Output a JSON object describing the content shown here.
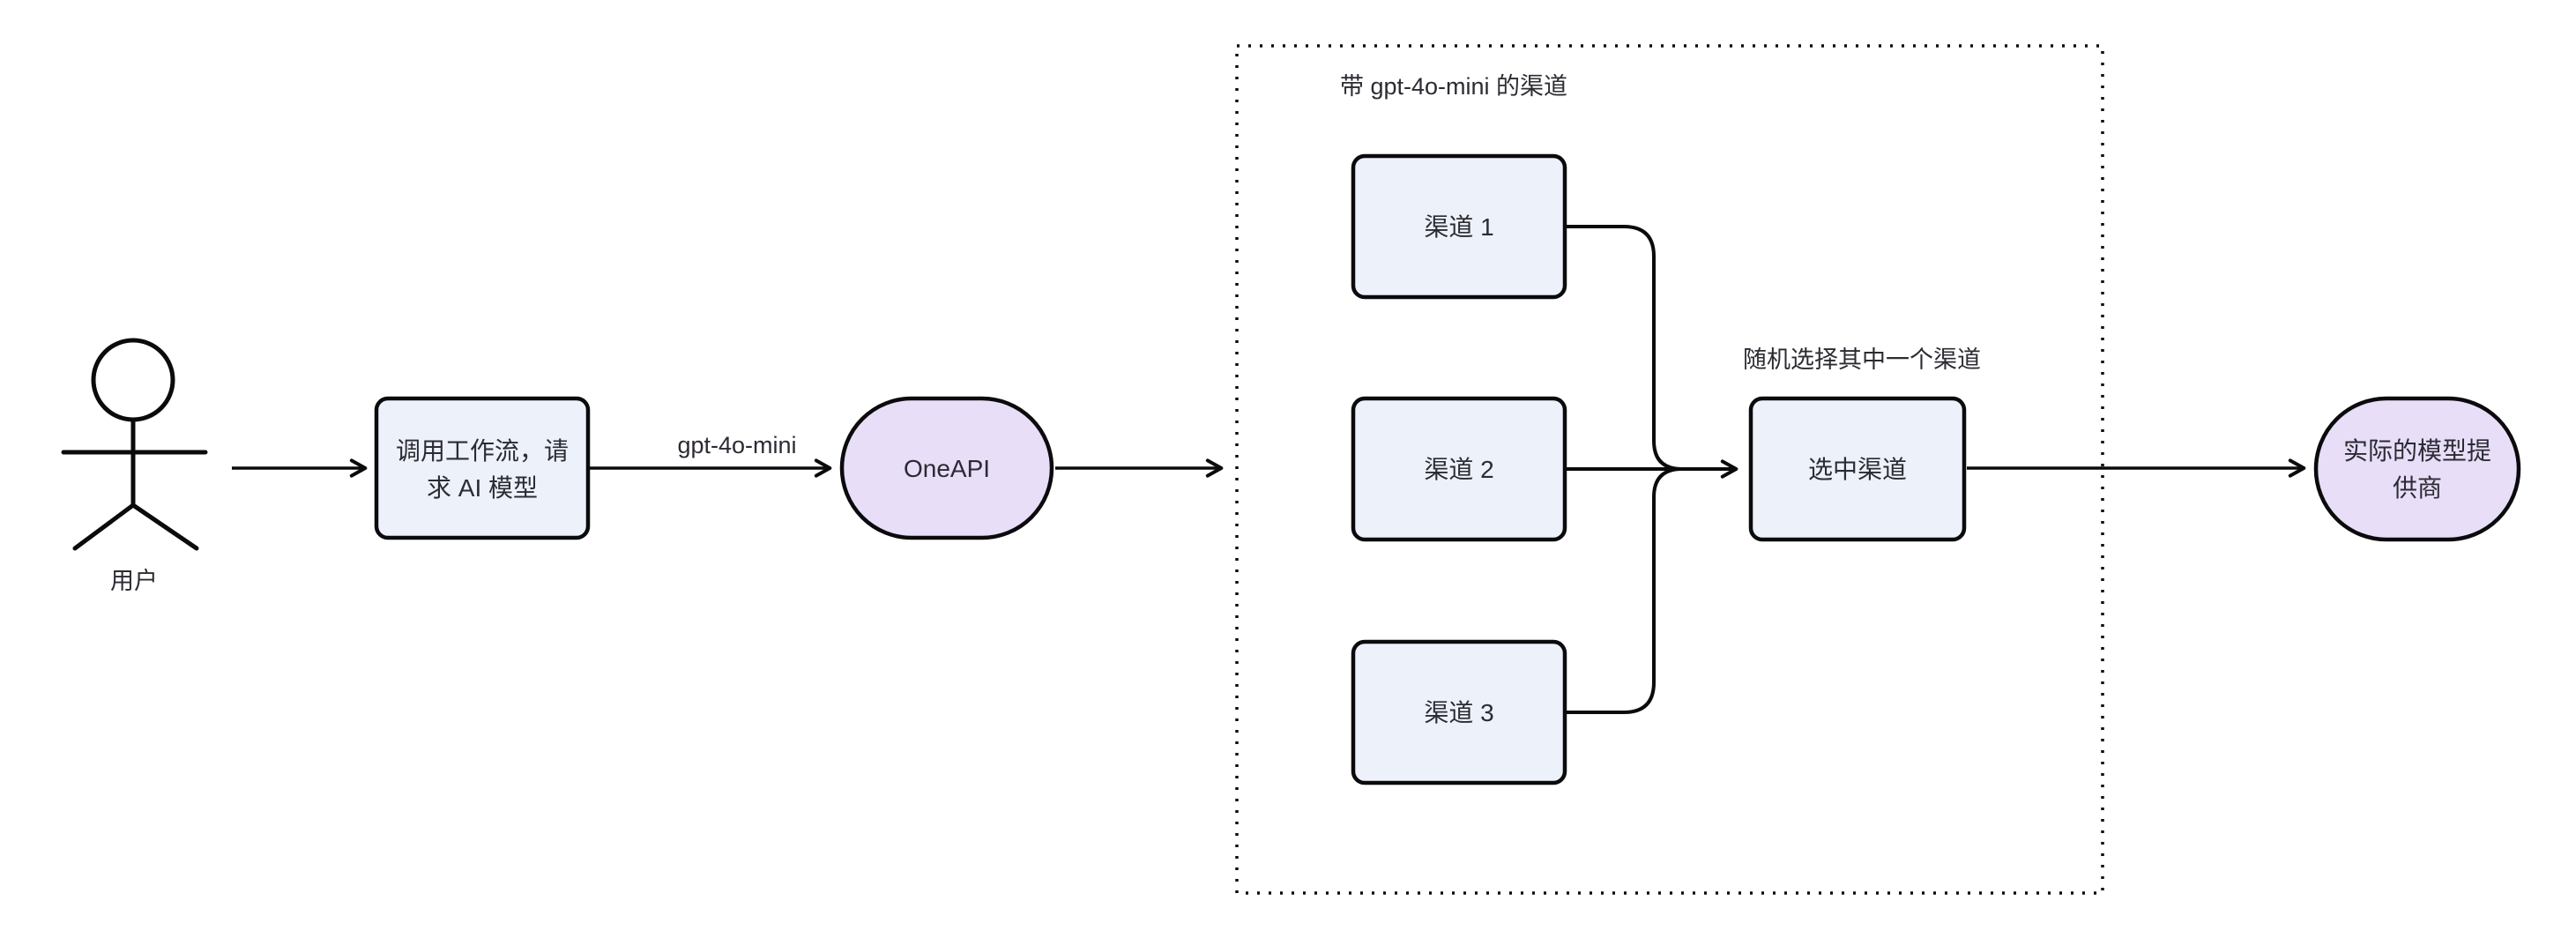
{
  "diagram": {
    "actor": {
      "label": "用户"
    },
    "nodes": {
      "workflow": {
        "line1": "调用工作流，请",
        "line2": "求 AI 模型"
      },
      "oneapi": {
        "label": "OneAPI"
      },
      "channel1": {
        "label": "渠道 1"
      },
      "channel2": {
        "label": "渠道 2"
      },
      "channel3": {
        "label": "渠道 3"
      },
      "selected": {
        "label": "选中渠道"
      },
      "provider": {
        "line1": "实际的模型提",
        "line2": "供商"
      }
    },
    "subgraph": {
      "title": "带 gpt-4o-mini 的渠道"
    },
    "edge_labels": {
      "model": "gpt-4o-mini"
    },
    "annotations": {
      "random_select": "随机选择其中一个渠道"
    }
  },
  "colors": {
    "background": "#ffffff",
    "process_fill": "#edf1fa",
    "stadium_fill": "#e8def8",
    "stroke": "#0b0b0d",
    "text": "#2b2b33"
  }
}
